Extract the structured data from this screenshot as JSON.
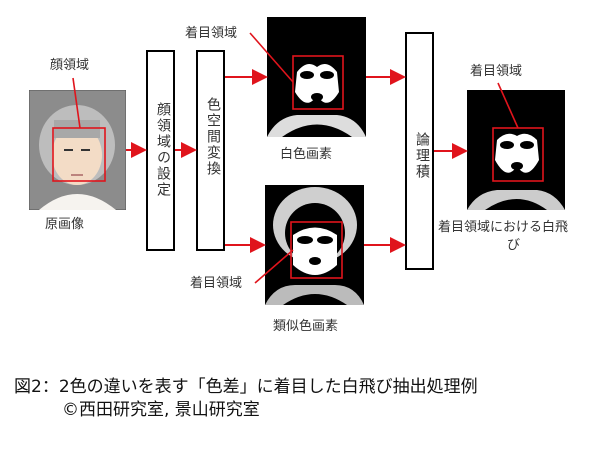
{
  "labels": {
    "face_region": "顔領域",
    "original_image": "原画像",
    "roi_top": "着目領域",
    "roi_bottom": "着目領域",
    "roi_output": "着目領域",
    "white_pixels": "白色画素",
    "similar_pixels": "類似色画素",
    "output_line1": "着目領域における白飛",
    "output_line2": "び"
  },
  "steps": {
    "face_setting": "顔領域の設定",
    "color_space": "色空間変換",
    "logical_and": "論理積"
  },
  "caption": {
    "line1": "図2：2色の違いを表す「色差」に着目した白飛び抽出処理例",
    "line2": "©西田研究室, 景山研究室"
  },
  "colors": {
    "accent": "#e0141c"
  }
}
